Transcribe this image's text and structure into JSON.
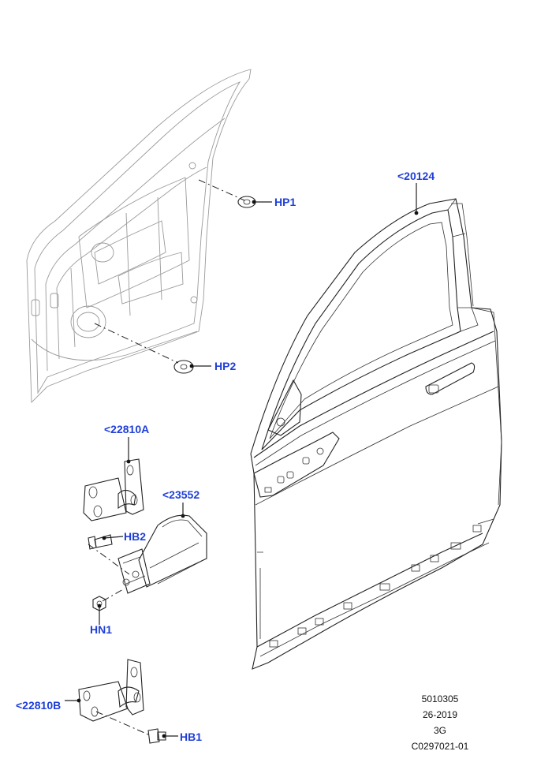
{
  "callouts": {
    "hp1": "HP1",
    "hp2": "HP2",
    "door": "<20124",
    "hinge_upper": "<22810A",
    "check_strap": "<23552",
    "hb2": "HB2",
    "hn1": "HN1",
    "hinge_lower": "<22810B",
    "hb1": "HB1"
  },
  "info": {
    "line1": "5010305",
    "line2": "26-2019",
    "line3": "3G",
    "line4": "C0297021-01"
  },
  "colors": {
    "callout": "#1f3fd8",
    "line": "#222222"
  }
}
